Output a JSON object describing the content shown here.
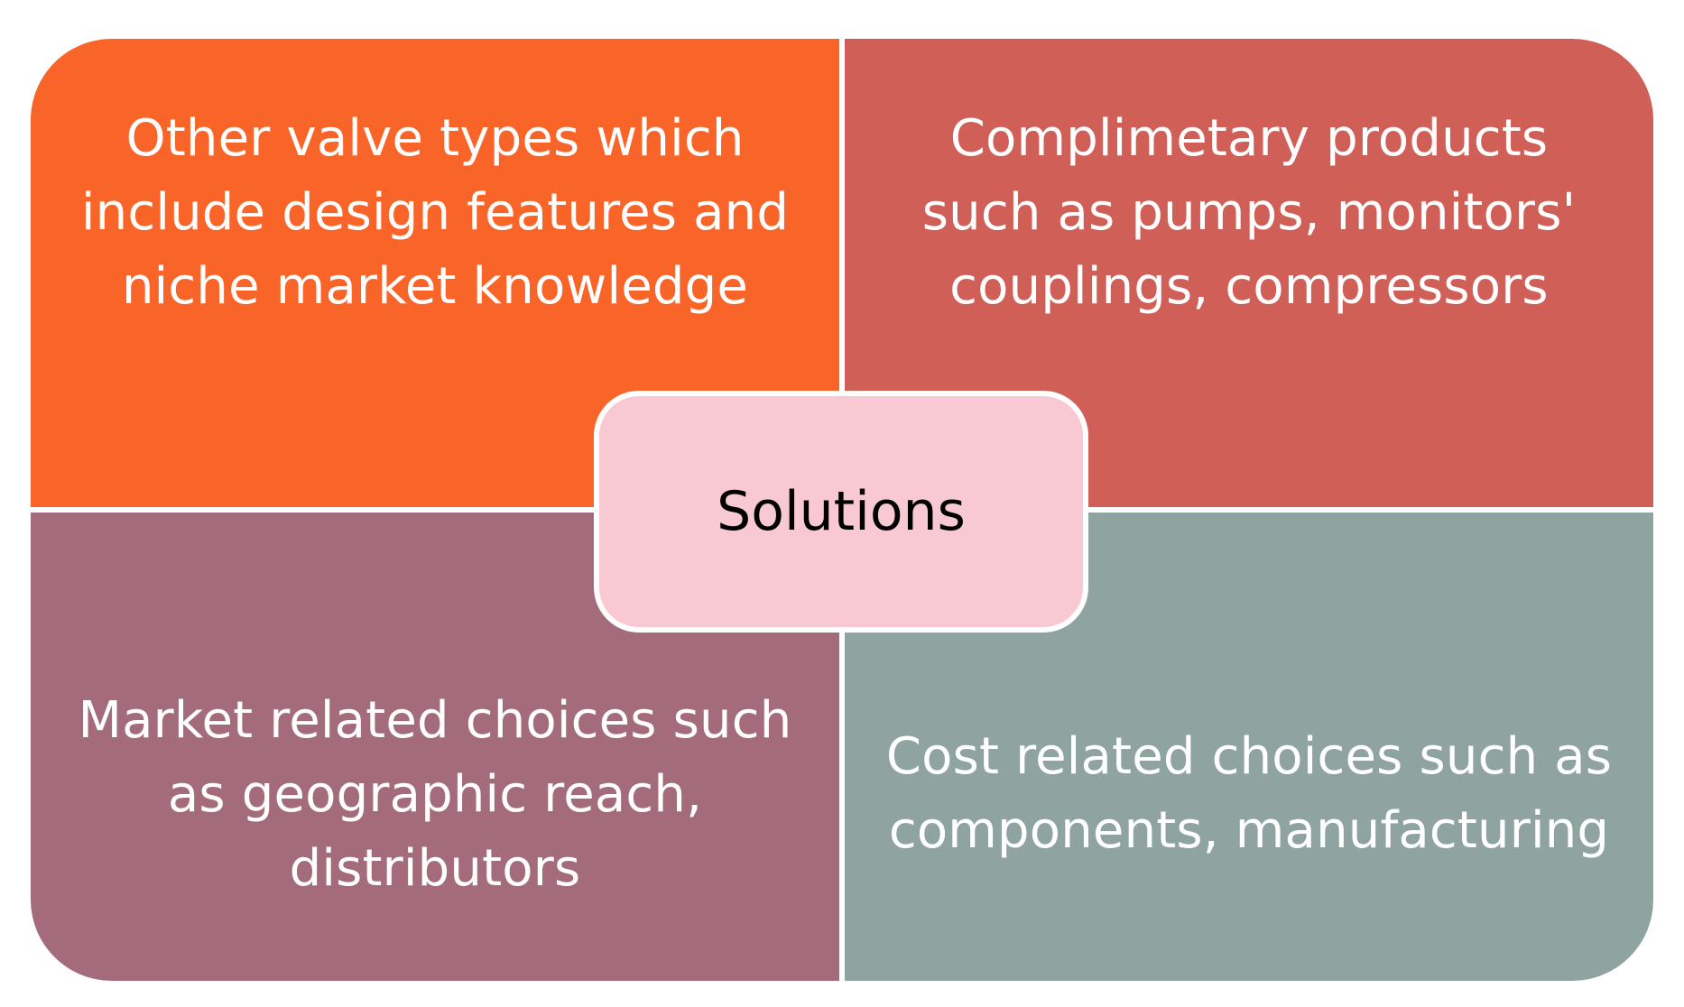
{
  "diagram": {
    "quadrants": [
      {
        "id": "top-left",
        "text": "Other valve types which\ninclude design features and\nniche market knowledge",
        "color": "#F96529"
      },
      {
        "id": "top-right",
        "text": "Complimetary products\nsuch as pumps, monitors'\ncouplings, compressors",
        "color": "#CF5F57"
      },
      {
        "id": "bottom-left",
        "text": "Market related choices such\nas geographic reach,\ndistributors",
        "color": "#A36B7B"
      },
      {
        "id": "bottom-right",
        "text": "Cost related choices such as\ncomponents, manufacturing",
        "color": "#8FA4A1"
      }
    ],
    "center": {
      "text": "Solutions",
      "color": "#F8C9D3"
    }
  }
}
